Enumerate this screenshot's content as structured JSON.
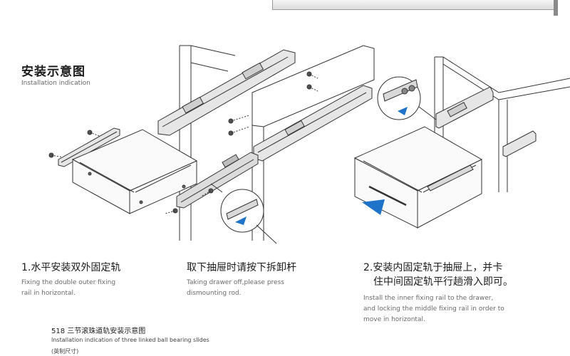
{
  "header": {
    "title": "安装示意图",
    "subtitle": "Installation indication"
  },
  "steps": [
    {
      "zh": "1.水平安装双外固定轨",
      "en1": "Fixing the double outer fixing",
      "en2": "rail in horizontal."
    },
    {
      "zh": "取下抽屉时请按下拆卸杆",
      "en1": "Taking drawer off,please press",
      "en2": "dismounting rod."
    },
    {
      "zh1": "2.安装内固定轨于抽屉上，并卡",
      "zh2": "住中间固定轨平行趟滑入即可。",
      "en1": "Install the inner fixing rail to the drawer,",
      "en2": "and locking the middle fixing rail in order to",
      "en3": "move in horizontal."
    }
  ],
  "footnote": {
    "line1": "518  三节滚珠道轨安装示意图",
    "line2": "Installation indication of three linked ball bearing slides",
    "line3": "(英制尺寸)"
  },
  "colors": {
    "arrow": "#1f73c8",
    "line": "#333333",
    "rail_fill": "#d9d9d9"
  }
}
